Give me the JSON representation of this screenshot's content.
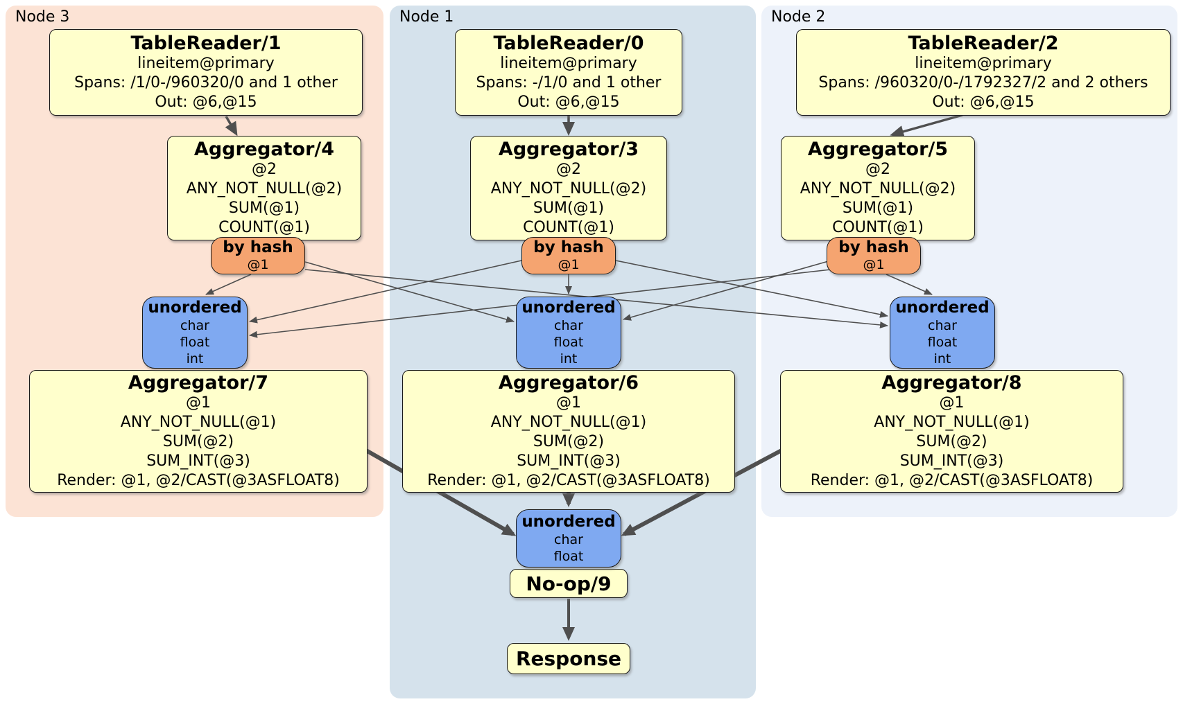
{
  "colors": {
    "node3_bg": "#FCE3D5",
    "node1_bg": "#D5E2EC",
    "node2_bg": "#EDF2FA",
    "processor_fill": "#FFFFCC",
    "router_fill": "#F5A470",
    "sync_fill": "#7FA9F1",
    "edge": "#4F4F4F"
  },
  "node3": {
    "label": "Node 3",
    "table_reader": {
      "title": "TableReader/1",
      "index": "lineitem@primary",
      "spans": "Spans: /1/0-/960320/0 and 1 other",
      "out": "Out: @6,@15"
    },
    "aggregator_top": {
      "title": "Aggregator/4",
      "l1": "@2",
      "l2": "ANY_NOT_NULL(@2)",
      "l3": "SUM(@1)",
      "l4": "COUNT(@1)"
    },
    "router": {
      "title": "by hash",
      "key": "@1"
    },
    "sync": {
      "title": "unordered",
      "c1": "char",
      "c2": "float",
      "c3": "int"
    },
    "aggregator_bottom": {
      "title": "Aggregator/7",
      "l1": "@1",
      "l2": "ANY_NOT_NULL(@1)",
      "l3": "SUM(@2)",
      "l4": "SUM_INT(@3)",
      "l5": "Render: @1, @2/CAST(@3ASFLOAT8)"
    }
  },
  "node1": {
    "label": "Node 1",
    "table_reader": {
      "title": "TableReader/0",
      "index": "lineitem@primary",
      "spans": "Spans: -/1/0 and 1 other",
      "out": "Out: @6,@15"
    },
    "aggregator_top": {
      "title": "Aggregator/3",
      "l1": "@2",
      "l2": "ANY_NOT_NULL(@2)",
      "l3": "SUM(@1)",
      "l4": "COUNT(@1)"
    },
    "router": {
      "title": "by hash",
      "key": "@1"
    },
    "sync": {
      "title": "unordered",
      "c1": "char",
      "c2": "float",
      "c3": "int"
    },
    "aggregator_bottom": {
      "title": "Aggregator/6",
      "l1": "@1",
      "l2": "ANY_NOT_NULL(@1)",
      "l3": "SUM(@2)",
      "l4": "SUM_INT(@3)",
      "l5": "Render: @1, @2/CAST(@3ASFLOAT8)"
    },
    "final_sync": {
      "title": "unordered",
      "c1": "char",
      "c2": "float"
    },
    "noop": {
      "title": "No-op/9"
    },
    "response": {
      "title": "Response"
    }
  },
  "node2": {
    "label": "Node 2",
    "table_reader": {
      "title": "TableReader/2",
      "index": "lineitem@primary",
      "spans": "Spans: /960320/0-/1792327/2 and 2 others",
      "out": "Out: @6,@15"
    },
    "aggregator_top": {
      "title": "Aggregator/5",
      "l1": "@2",
      "l2": "ANY_NOT_NULL(@2)",
      "l3": "SUM(@1)",
      "l4": "COUNT(@1)"
    },
    "router": {
      "title": "by hash",
      "key": "@1"
    },
    "sync": {
      "title": "unordered",
      "c1": "char",
      "c2": "float",
      "c3": "int"
    },
    "aggregator_bottom": {
      "title": "Aggregator/8",
      "l1": "@1",
      "l2": "ANY_NOT_NULL(@1)",
      "l3": "SUM(@2)",
      "l4": "SUM_INT(@3)",
      "l5": "Render: @1, @2/CAST(@3ASFLOAT8)"
    }
  }
}
